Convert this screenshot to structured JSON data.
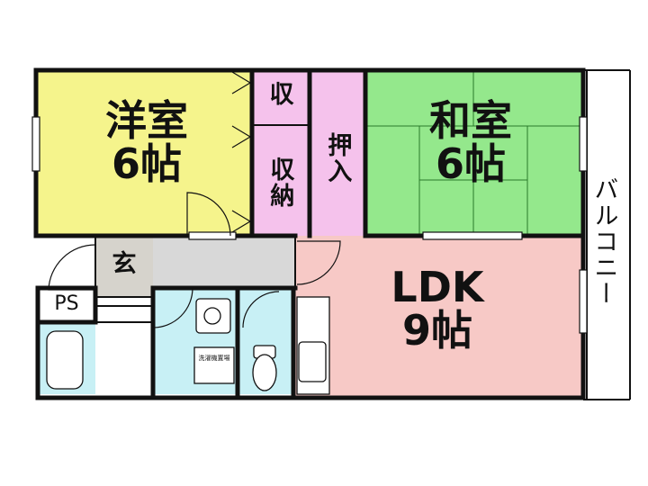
{
  "rooms": {
    "western": {
      "name": "洋室",
      "size": "6帖"
    },
    "japanese": {
      "name": "和室",
      "size": "6帖"
    },
    "ldk": {
      "name": "LDK",
      "size": "9帖"
    },
    "storage": "収",
    "storage_closet": "収納",
    "closet": "押入",
    "entrance": "玄",
    "ps": "PS",
    "balcony": "バルコニー",
    "washer_note": "洗濯機置場"
  },
  "colors": {
    "western": "#f5f48c",
    "japanese": "#94e88c",
    "ldk": "#f7c9c6",
    "storage": "#f5c2ec",
    "bath": "#c8f0f5",
    "entrance": "#d6d3cc",
    "hall": "#d8d8d8",
    "wall": "#111111"
  }
}
